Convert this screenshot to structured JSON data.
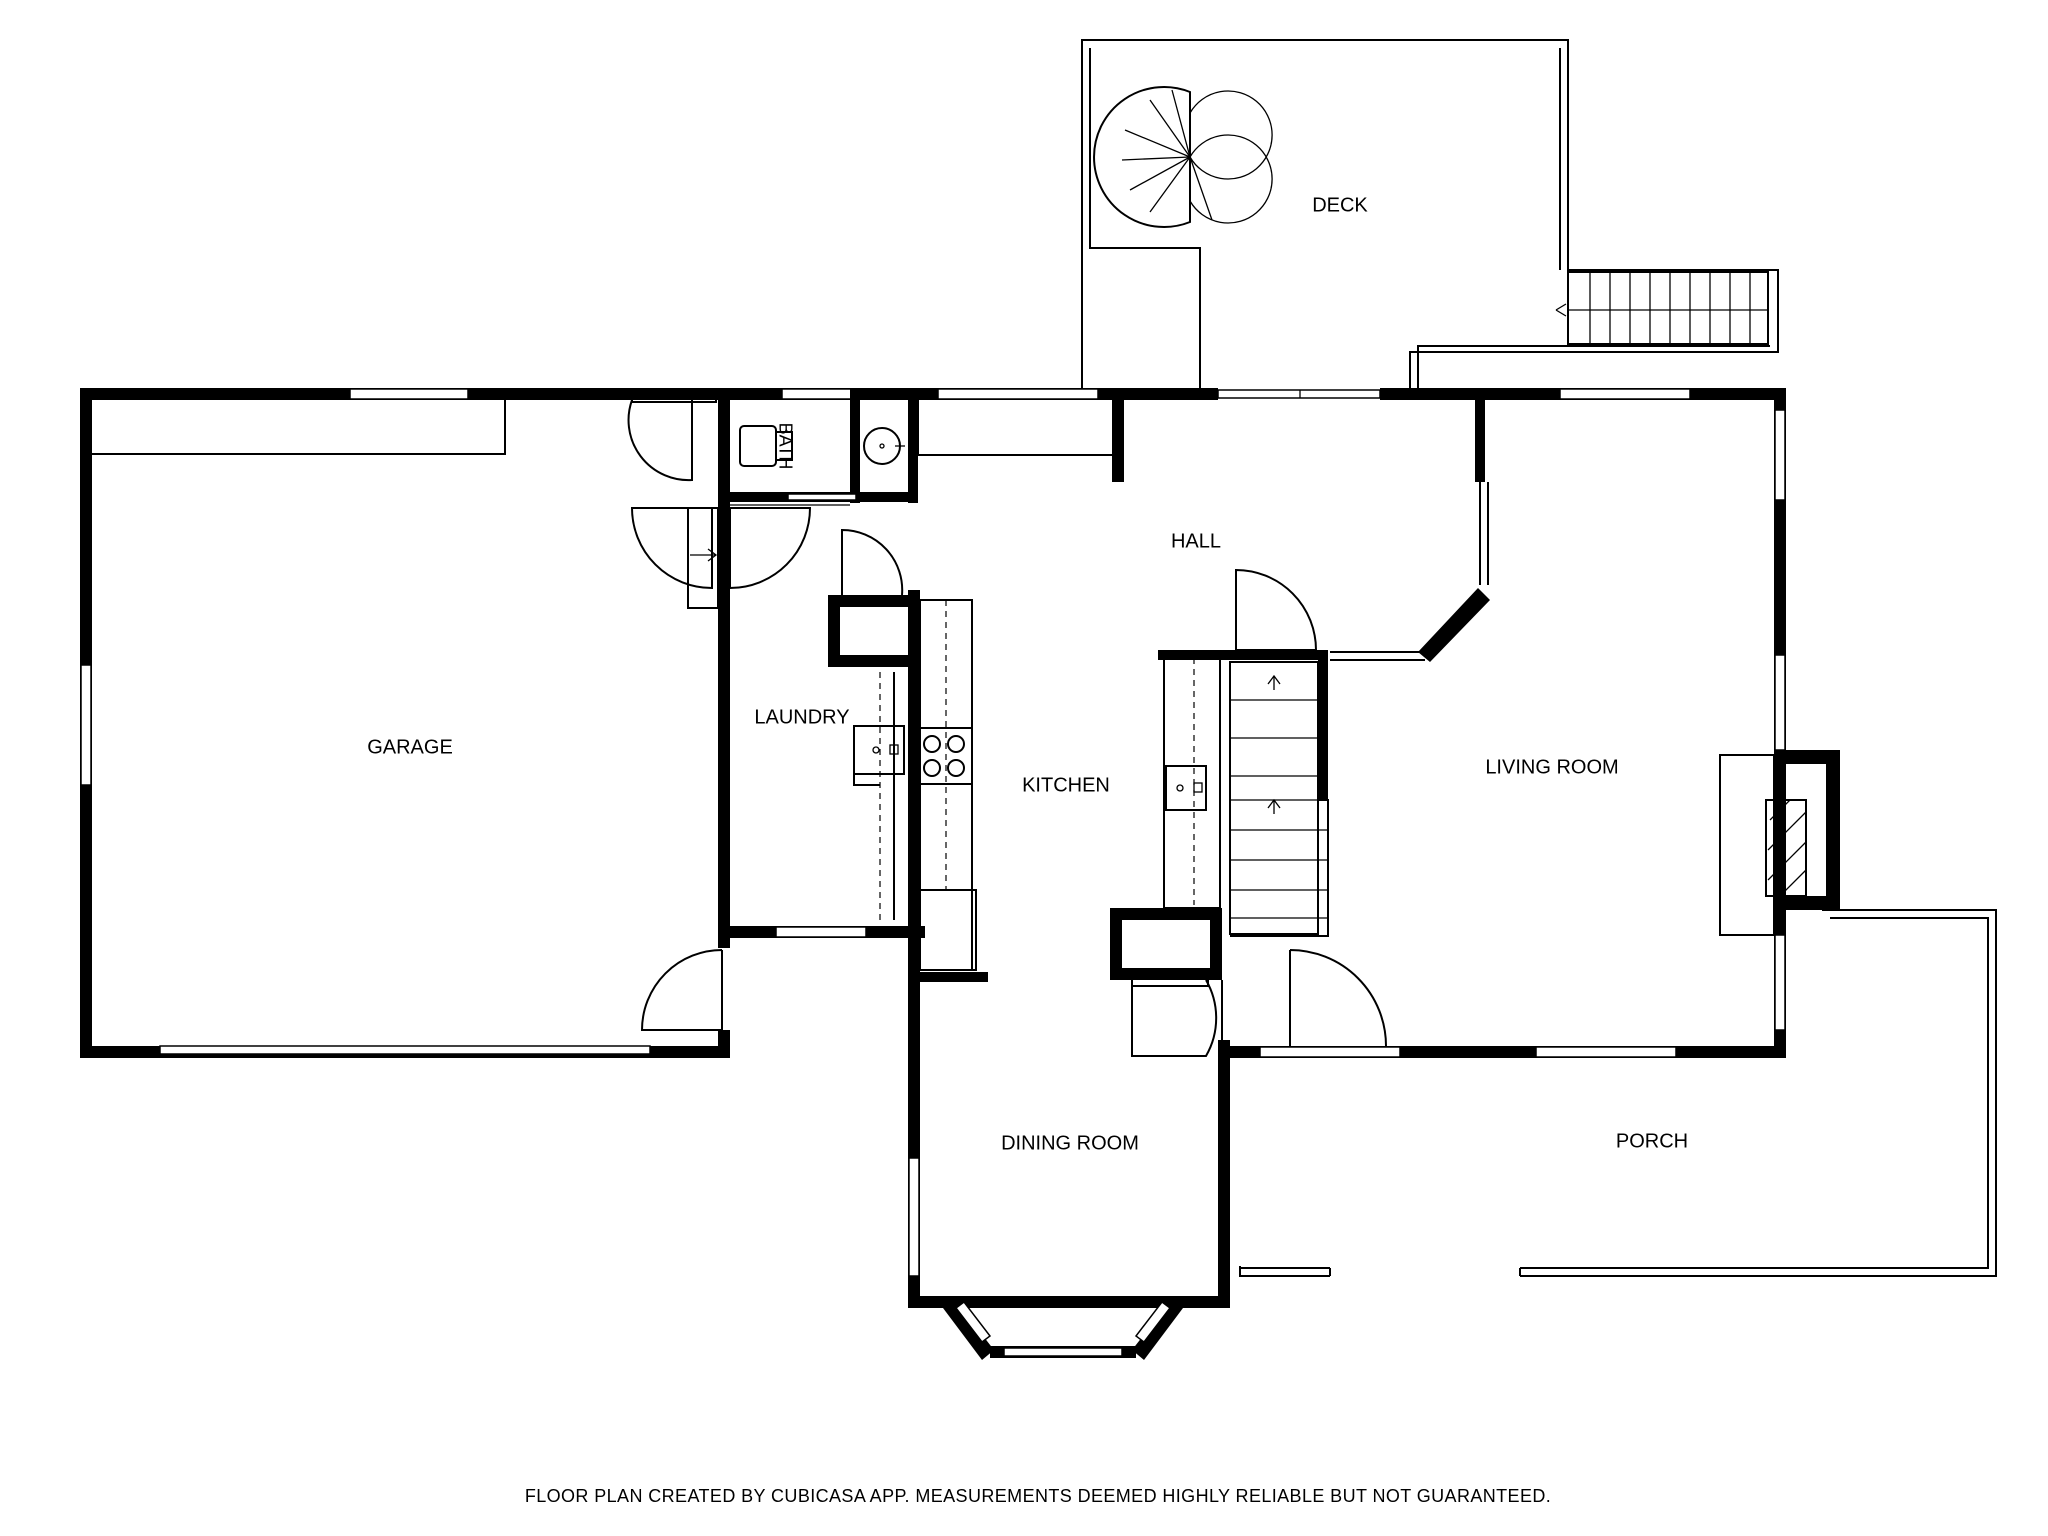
{
  "rooms": {
    "deck": "DECK",
    "bath": "BATH",
    "hall": "HALL",
    "garage": "GARAGE",
    "laundry": "LAUNDRY",
    "kitchen": "KITCHEN",
    "living_room": "LIVING ROOM",
    "dining_room": "DINING ROOM",
    "porch": "PORCH"
  },
  "footer": "FLOOR PLAN CREATED BY CUBICASA APP. MEASUREMENTS DEEMED HIGHLY RELIABLE BUT NOT GUARANTEED."
}
